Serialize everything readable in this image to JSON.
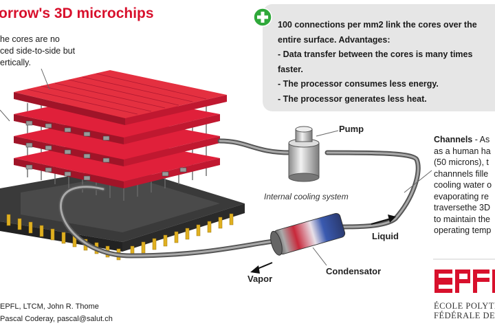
{
  "title": "orrow's 3D microchips",
  "intro_lines": [
    "he cores are no",
    "ced side-to-side but",
    "ertically."
  ],
  "advantages_lines": [
    "100 connections per mm2 link the cores over the",
    "entire surface. Advantages:",
    "- Data transfer between the cores is many times",
    "faster.",
    "- The processor consumes less energy.",
    "- The processor generates less heat."
  ],
  "labels": {
    "pump": "Pump",
    "internal_cooling_system": "Internal cooling system",
    "liquid": "Liquid",
    "condensator": "Condensator",
    "vapor": "Vapor"
  },
  "channels": {
    "heading": "Channels",
    "first_line_rest": " - As",
    "lines": [
      "as a human ha",
      "(50 microns), t",
      "channnels fille",
      "cooling water o",
      "evaporating re",
      "traversethe 3D",
      "to maintain the",
      "operating temp"
    ]
  },
  "credits": [
    "EPFL, LTCM, John R. Thome",
    "Pascal Coderay, pascal@salut.ch"
  ],
  "school": [
    "ÉCOLE POLYTEC",
    "FÉDÉRALE DE L"
  ],
  "logo_text": "EPFL",
  "colors": {
    "title_red": "#d8102c",
    "chip_red": "#e0203a",
    "plus_green": "#2fa83a",
    "advantages_box": "#e6e6e6",
    "base_chip": "#3a3a3a",
    "pins_gold": "#e0b020",
    "condenser_red": "#d83030",
    "condenser_blue": "#3a5ab0"
  },
  "icons": [
    "plus-icon",
    "pump-icon",
    "arrow-right-icon",
    "arrow-left-icon"
  ]
}
